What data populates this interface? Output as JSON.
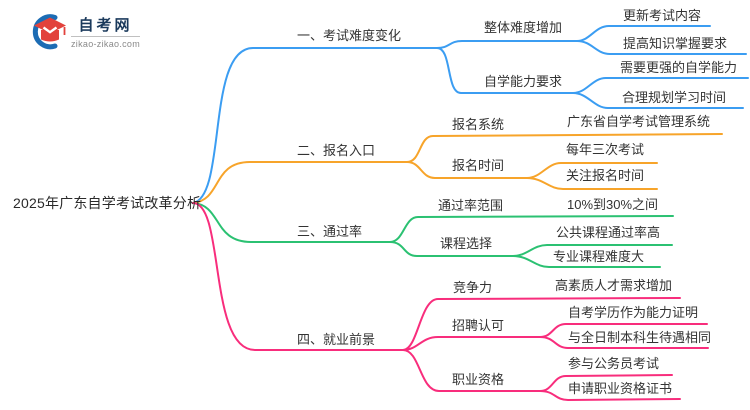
{
  "logo": {
    "title": "自考网",
    "domain": "zikao-zikao.com",
    "colors": {
      "crescent": "#1c6cb4",
      "cap": "#e2423c",
      "title": "#1b3a5c",
      "domain": "#8a8a8a"
    }
  },
  "central_topic": "2025年广东自学考试改革分析",
  "branches": [
    {
      "label": "一、考试难度变化",
      "color": "#3b9df2",
      "children": [
        {
          "label": "整体难度增加",
          "children": [
            {
              "label": "更新考试内容"
            },
            {
              "label": "提高知识掌握要求"
            }
          ]
        },
        {
          "label": "自学能力要求",
          "children": [
            {
              "label": "需要更强的自学能力"
            },
            {
              "label": "合理规划学习时间"
            }
          ]
        }
      ]
    },
    {
      "label": "二、报名入口",
      "color": "#f7a42a",
      "children": [
        {
          "label": "报名系统",
          "children": [
            {
              "label": "广东省自学考试管理系统"
            }
          ]
        },
        {
          "label": "报名时间",
          "children": [
            {
              "label": "每年三次考试"
            },
            {
              "label": "关注报名时间"
            }
          ]
        }
      ]
    },
    {
      "label": "三、通过率",
      "color": "#2bc172",
      "children": [
        {
          "label": "通过率范围",
          "children": [
            {
              "label": "10%到30%之间"
            }
          ]
        },
        {
          "label": "课程选择",
          "children": [
            {
              "label": "公共课程通过率高"
            },
            {
              "label": "专业课程难度大"
            }
          ]
        }
      ]
    },
    {
      "label": "四、就业前景",
      "color": "#f82d7c",
      "children": [
        {
          "label": "竞争力",
          "children": [
            {
              "label": "高素质人才需求增加"
            }
          ]
        },
        {
          "label": "招聘认可",
          "children": [
            {
              "label": "自考学历作为能力证明"
            },
            {
              "label": "与全日制本科生待遇相同"
            }
          ]
        },
        {
          "label": "职业资格",
          "children": [
            {
              "label": "参与公务员考试"
            },
            {
              "label": "申请职业资格证书"
            }
          ]
        }
      ]
    }
  ]
}
